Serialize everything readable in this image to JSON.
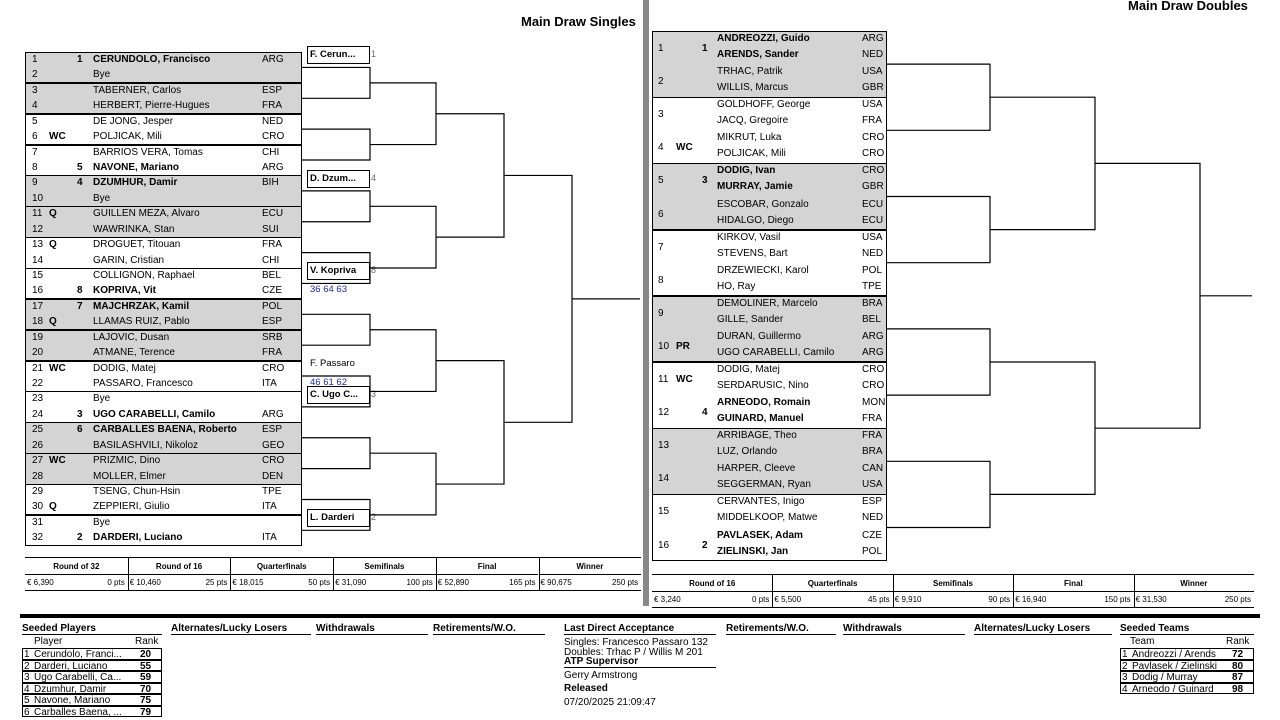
{
  "singles": {
    "title": "Main Draw Singles",
    "rows": [
      {
        "n": "1",
        "tag": "",
        "seed": "1",
        "name": "CERUNDOLO, Francisco",
        "country": "ARG",
        "bold": true
      },
      {
        "n": "2",
        "tag": "",
        "seed": "",
        "name": "Bye",
        "country": "",
        "bold": false
      },
      {
        "n": "3",
        "tag": "",
        "seed": "",
        "name": "TABERNER, Carlos",
        "country": "ESP",
        "bold": false
      },
      {
        "n": "4",
        "tag": "",
        "seed": "",
        "name": "HERBERT, Pierre-Hugues",
        "country": "FRA",
        "bold": false
      },
      {
        "n": "5",
        "tag": "",
        "seed": "",
        "name": "DE JONG, Jesper",
        "country": "NED",
        "bold": false
      },
      {
        "n": "6",
        "tag": "WC",
        "seed": "",
        "name": "POLJICAK, Mili",
        "country": "CRO",
        "bold": false
      },
      {
        "n": "7",
        "tag": "",
        "seed": "",
        "name": "BARRIOS VERA, Tomas",
        "country": "CHI",
        "bold": false
      },
      {
        "n": "8",
        "tag": "",
        "seed": "5",
        "name": "NAVONE, Mariano",
        "country": "ARG",
        "bold": true
      },
      {
        "n": "9",
        "tag": "",
        "seed": "4",
        "name": "DZUMHUR, Damir",
        "country": "BIH",
        "bold": true
      },
      {
        "n": "10",
        "tag": "",
        "seed": "",
        "name": "Bye",
        "country": "",
        "bold": false
      },
      {
        "n": "11",
        "tag": "Q",
        "seed": "",
        "name": "GUILLEN MEZA, Alvaro",
        "country": "ECU",
        "bold": false
      },
      {
        "n": "12",
        "tag": "",
        "seed": "",
        "name": "WAWRINKA, Stan",
        "country": "SUI",
        "bold": false
      },
      {
        "n": "13",
        "tag": "Q",
        "seed": "",
        "name": "DROGUET, Titouan",
        "country": "FRA",
        "bold": false
      },
      {
        "n": "14",
        "tag": "",
        "seed": "",
        "name": "GARIN, Cristian",
        "country": "CHI",
        "bold": false
      },
      {
        "n": "15",
        "tag": "",
        "seed": "",
        "name": "COLLIGNON, Raphael",
        "country": "BEL",
        "bold": false
      },
      {
        "n": "16",
        "tag": "",
        "seed": "8",
        "name": "KOPRIVA, Vit",
        "country": "CZE",
        "bold": true
      },
      {
        "n": "17",
        "tag": "",
        "seed": "7",
        "name": "MAJCHRZAK, Kamil",
        "country": "POL",
        "bold": true
      },
      {
        "n": "18",
        "tag": "Q",
        "seed": "",
        "name": "LLAMAS RUIZ, Pablo",
        "country": "ESP",
        "bold": false
      },
      {
        "n": "19",
        "tag": "",
        "seed": "",
        "name": "LAJOVIC, Dusan",
        "country": "SRB",
        "bold": false
      },
      {
        "n": "20",
        "tag": "",
        "seed": "",
        "name": "ATMANE, Terence",
        "country": "FRA",
        "bold": false
      },
      {
        "n": "21",
        "tag": "WC",
        "seed": "",
        "name": "DODIG, Matej",
        "country": "CRO",
        "bold": false
      },
      {
        "n": "22",
        "tag": "",
        "seed": "",
        "name": "PASSARO, Francesco",
        "country": "ITA",
        "bold": false
      },
      {
        "n": "23",
        "tag": "",
        "seed": "",
        "name": "Bye",
        "country": "",
        "bold": false
      },
      {
        "n": "24",
        "tag": "",
        "seed": "3",
        "name": "UGO CARABELLI, Camilo",
        "country": "ARG",
        "bold": true
      },
      {
        "n": "25",
        "tag": "",
        "seed": "6",
        "name": "CARBALLES BAENA, Roberto",
        "country": "ESP",
        "bold": true
      },
      {
        "n": "26",
        "tag": "",
        "seed": "",
        "name": "BASILASHVILI, Nikoloz",
        "country": "GEO",
        "bold": false
      },
      {
        "n": "27",
        "tag": "WC",
        "seed": "",
        "name": "PRIZMIC, Dino",
        "country": "CRO",
        "bold": false
      },
      {
        "n": "28",
        "tag": "",
        "seed": "",
        "name": "MOLLER, Elmer",
        "country": "DEN",
        "bold": false
      },
      {
        "n": "29",
        "tag": "",
        "seed": "",
        "name": "TSENG, Chun-Hsin",
        "country": "TPE",
        "bold": false
      },
      {
        "n": "30",
        "tag": "Q",
        "seed": "",
        "name": "ZEPPIERI, Giulio",
        "country": "ITA",
        "bold": false
      },
      {
        "n": "31",
        "tag": "",
        "seed": "",
        "name": "Bye",
        "country": "",
        "bold": false
      },
      {
        "n": "32",
        "tag": "",
        "seed": "2",
        "name": "DARDERI, Luciano",
        "country": "ITA",
        "bold": true
      }
    ],
    "results": [
      {
        "name": "F. Cerun...",
        "seed": "1",
        "score": "",
        "boxed": true
      },
      {
        "name": "D. Dzum...",
        "seed": "4",
        "score": "",
        "boxed": true
      },
      {
        "name": "V. Kopriva",
        "seed": "8",
        "score": "36 64 63",
        "boxed": true
      },
      {
        "name": "F. Passaro",
        "seed": "",
        "score": "46 61 62",
        "boxed": false
      },
      {
        "name": "C. Ugo C...",
        "seed": "3",
        "score": "",
        "boxed": true
      },
      {
        "name": "L. Darderi",
        "seed": "2",
        "score": "",
        "boxed": true
      }
    ],
    "prize": [
      {
        "round": "Round of 32",
        "money": "€ 6,390",
        "pts": "0 pts"
      },
      {
        "round": "Round of 16",
        "money": "€ 10,460",
        "pts": "25 pts"
      },
      {
        "round": "Quarterfinals",
        "money": "€ 18,015",
        "pts": "50 pts"
      },
      {
        "round": "Semifinals",
        "money": "€ 31,090",
        "pts": "100 pts"
      },
      {
        "round": "Final",
        "money": "€ 52,890",
        "pts": "165 pts"
      },
      {
        "round": "Winner",
        "money": "€ 90,675",
        "pts": "250 pts"
      }
    ]
  },
  "doubles": {
    "title": "Main Draw Doubles",
    "teams": [
      {
        "n": "1",
        "tag": "",
        "seed": "1",
        "p1": "ANDREOZZI, Guido",
        "c1": "ARG",
        "p2": "ARENDS, Sander",
        "c2": "NED",
        "bold": true
      },
      {
        "n": "2",
        "tag": "",
        "seed": "",
        "p1": "TRHAC, Patrik",
        "c1": "USA",
        "p2": "WILLIS, Marcus",
        "c2": "GBR",
        "bold": false
      },
      {
        "n": "3",
        "tag": "",
        "seed": "",
        "p1": "GOLDHOFF, George",
        "c1": "USA",
        "p2": "JACQ, Gregoire",
        "c2": "FRA",
        "bold": false
      },
      {
        "n": "4",
        "tag": "WC",
        "seed": "",
        "p1": "MIKRUT, Luka",
        "c1": "CRO",
        "p2": "POLJICAK, Mili",
        "c2": "CRO",
        "bold": false
      },
      {
        "n": "5",
        "tag": "",
        "seed": "3",
        "p1": "DODIG, Ivan",
        "c1": "CRO",
        "p2": "MURRAY, Jamie",
        "c2": "GBR",
        "bold": true
      },
      {
        "n": "6",
        "tag": "",
        "seed": "",
        "p1": "ESCOBAR, Gonzalo",
        "c1": "ECU",
        "p2": "HIDALGO, Diego",
        "c2": "ECU",
        "bold": false
      },
      {
        "n": "7",
        "tag": "",
        "seed": "",
        "p1": "KIRKOV, Vasil",
        "c1": "USA",
        "p2": "STEVENS, Bart",
        "c2": "NED",
        "bold": false
      },
      {
        "n": "8",
        "tag": "",
        "seed": "",
        "p1": "DRZEWIECKI, Karol",
        "c1": "POL",
        "p2": "HO, Ray",
        "c2": "TPE",
        "bold": false
      },
      {
        "n": "9",
        "tag": "",
        "seed": "",
        "p1": "DEMOLINER, Marcelo",
        "c1": "BRA",
        "p2": "GILLE, Sander",
        "c2": "BEL",
        "bold": false
      },
      {
        "n": "10",
        "tag": "PR",
        "seed": "",
        "p1": "DURAN, Guillermo",
        "c1": "ARG",
        "p2": "UGO CARABELLI, Camilo",
        "c2": "ARG",
        "bold": false
      },
      {
        "n": "11",
        "tag": "WC",
        "seed": "",
        "p1": "DODIG, Matej",
        "c1": "CRO",
        "p2": "SERDARUSIC, Nino",
        "c2": "CRO",
        "bold": false
      },
      {
        "n": "12",
        "tag": "",
        "seed": "4",
        "p1": "ARNEODO, Romain",
        "c1": "MON",
        "p2": "GUINARD, Manuel",
        "c2": "FRA",
        "bold": true
      },
      {
        "n": "13",
        "tag": "",
        "seed": "",
        "p1": "ARRIBAGE, Theo",
        "c1": "FRA",
        "p2": "LUZ, Orlando",
        "c2": "BRA",
        "bold": false
      },
      {
        "n": "14",
        "tag": "",
        "seed": "",
        "p1": "HARPER, Cleeve",
        "c1": "CAN",
        "p2": "SEGGERMAN, Ryan",
        "c2": "USA",
        "bold": false
      },
      {
        "n": "15",
        "tag": "",
        "seed": "",
        "p1": "CERVANTES, Inigo",
        "c1": "ESP",
        "p2": "MIDDELKOOP, Matwe",
        "c2": "NED",
        "bold": false
      },
      {
        "n": "16",
        "tag": "",
        "seed": "2",
        "p1": "PAVLASEK, Adam",
        "c1": "CZE",
        "p2": "ZIELINSKI, Jan",
        "c2": "POL",
        "bold": true
      }
    ],
    "prize": [
      {
        "round": "Round of 16",
        "money": "€ 3,240",
        "pts": "0 pts"
      },
      {
        "round": "Quarterfinals",
        "money": "€ 5,500",
        "pts": "45 pts"
      },
      {
        "round": "Semifinals",
        "money": "€ 9,910",
        "pts": "90 pts"
      },
      {
        "round": "Final",
        "money": "€ 16,940",
        "pts": "150 pts"
      },
      {
        "round": "Winner",
        "money": "€ 31,530",
        "pts": "250 pts"
      }
    ]
  },
  "footer": {
    "seeded_players": {
      "title": "Seeded Players",
      "col_player": "Player",
      "col_rank": "Rank",
      "rows": [
        {
          "n": "1",
          "name": "Cerundolo, Franci...",
          "rank": "20"
        },
        {
          "n": "2",
          "name": "Darderi, Luciano",
          "rank": "55"
        },
        {
          "n": "3",
          "name": "Ugo Carabelli, Ca...",
          "rank": "59"
        },
        {
          "n": "4",
          "name": "Dzumhur, Damir",
          "rank": "70"
        },
        {
          "n": "5",
          "name": "Navone, Mariano",
          "rank": "75"
        },
        {
          "n": "6",
          "name": "Carballes Baena, ...",
          "rank": "79"
        }
      ]
    },
    "alternates_title": "Alternates/Lucky Losers",
    "withdrawals_title": "Withdrawals",
    "retirements_title": "Retirements/W.O.",
    "lda": {
      "title": "Last Direct Acceptance",
      "singles": "Singles: Francesco Passaro 132",
      "doubles": "Doubles: Trhac P / Willis M 201",
      "supervisor_title": "ATP Supervisor",
      "supervisor": "Gerry Armstrong",
      "released_title": "Released",
      "released": "07/20/2025 21:09:47"
    },
    "retirements2_title": "Retirements/W.O.",
    "withdrawals2_title": "Withdrawals",
    "alternates2_title": "Alternates/Lucky Losers",
    "seeded_teams": {
      "title": "Seeded Teams",
      "col_team": "Team",
      "col_rank": "Rank",
      "rows": [
        {
          "n": "1",
          "name": "Andreozzi / Arends",
          "rank": "72"
        },
        {
          "n": "2",
          "name": "Pavlasek / Zielinski",
          "rank": "80"
        },
        {
          "n": "3",
          "name": "Dodig / Murray",
          "rank": "87"
        },
        {
          "n": "4",
          "name": "Arneodo / Guinard",
          "rank": "98"
        }
      ]
    }
  }
}
